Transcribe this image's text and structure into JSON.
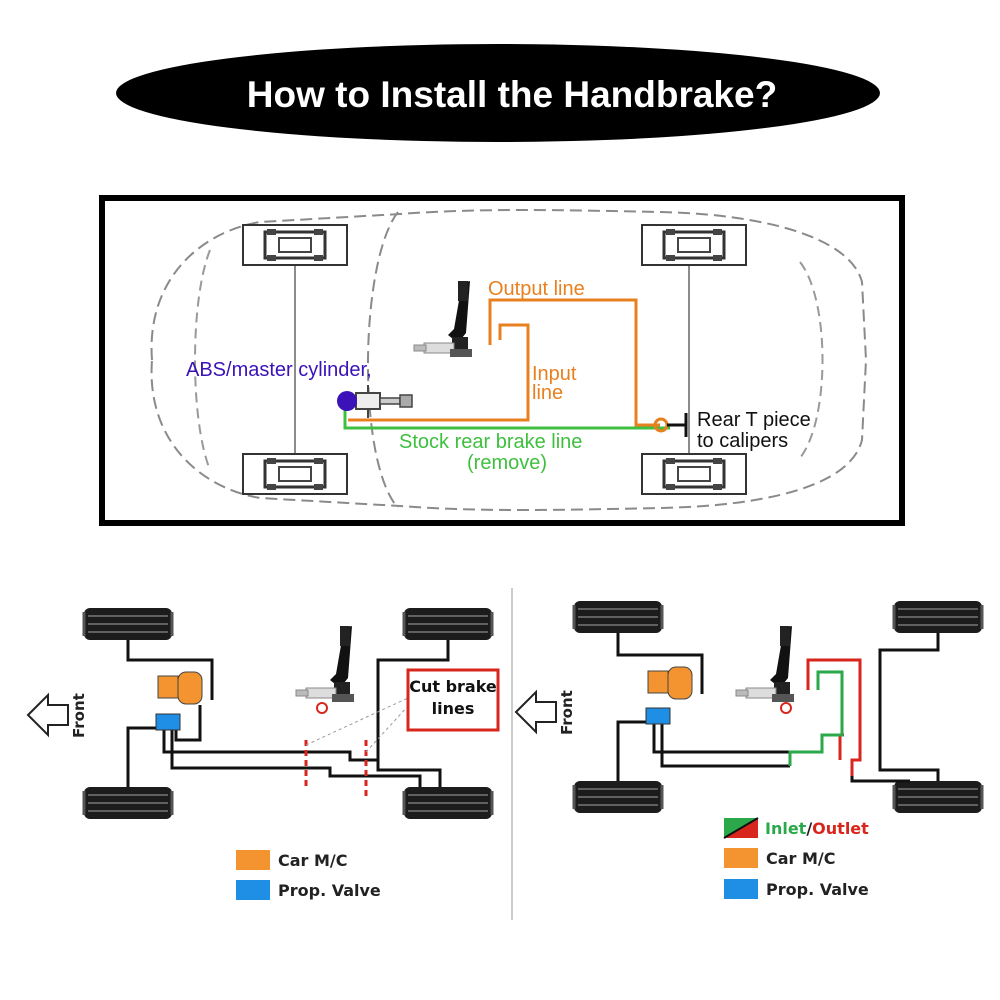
{
  "title": "How to Install the Handbrake?",
  "top_diagram": {
    "abs_label": "ABS/master cylinder,",
    "output_line_label": "Output line",
    "input_line_label": [
      "Input",
      "line"
    ],
    "stock_line_label": [
      "Stock rear brake line",
      "(remove)"
    ],
    "rear_t_label": [
      "Rear T piece",
      "to calipers"
    ]
  },
  "left_diagram": {
    "front_label": "Front",
    "cut_label": [
      "Cut brake",
      "lines"
    ],
    "legend": [
      {
        "label": "Car M/C",
        "color": "#f39431"
      },
      {
        "label": "Prop. Valve",
        "color": "#1f8fe6"
      }
    ]
  },
  "right_diagram": {
    "front_label": "Front",
    "legend_inlet": "Inlet",
    "legend_sep": "/",
    "legend_outlet": "Outlet",
    "legend": [
      {
        "label": "Car M/C",
        "color": "#f39431"
      },
      {
        "label": "Prop. Valve",
        "color": "#1f8fe6"
      }
    ]
  },
  "colors": {
    "orange_line": "#e8801f",
    "green_line": "#3fbf3f",
    "abs_purple": "#3b12b8",
    "red_line": "#d9261c",
    "green_inlet": "#2aa84a"
  }
}
